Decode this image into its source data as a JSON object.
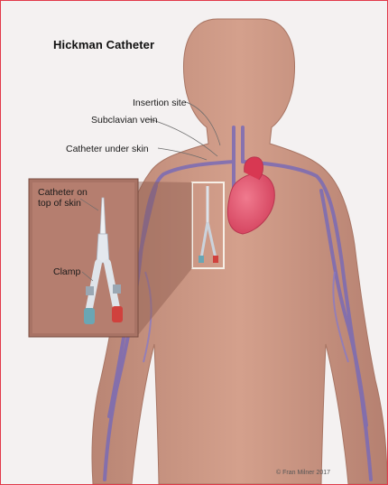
{
  "title": "Hickman Catheter",
  "labels": {
    "insertion_site": "Insertion site",
    "subclavian_vein": "Subclavian vein",
    "catheter_under_skin": "Catheter under skin",
    "catheter_on_top_of_skin": "Catheter on top of skin",
    "clamp": "Clamp"
  },
  "credit": "© Fran Milner 2017",
  "colors": {
    "border": "#e23a4a",
    "skin": "#c79582",
    "vein": "#7a6bb6",
    "heart": "#e0506a"
  }
}
